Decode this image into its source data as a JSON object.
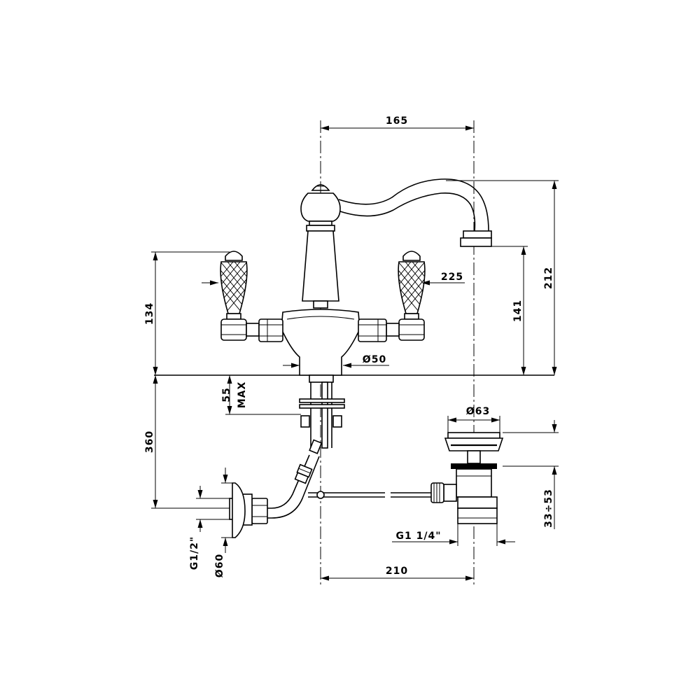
{
  "dimensions": {
    "width_spout_center": "165",
    "height_total": "212",
    "height_spout_outlet": "141",
    "handle_height": "134",
    "handle_offset": "225",
    "body_diameter": "Ø50",
    "deck_thickness": "55",
    "deck_thickness_note": "MAX",
    "supply_length": "360",
    "connection_thread": "G1/2\"",
    "rosette_diameter": "Ø60",
    "waste_distance": "210",
    "waste_flange_diameter": "Ø63",
    "waste_height_range": "33÷53",
    "waste_thread": "G1 1/4\""
  }
}
